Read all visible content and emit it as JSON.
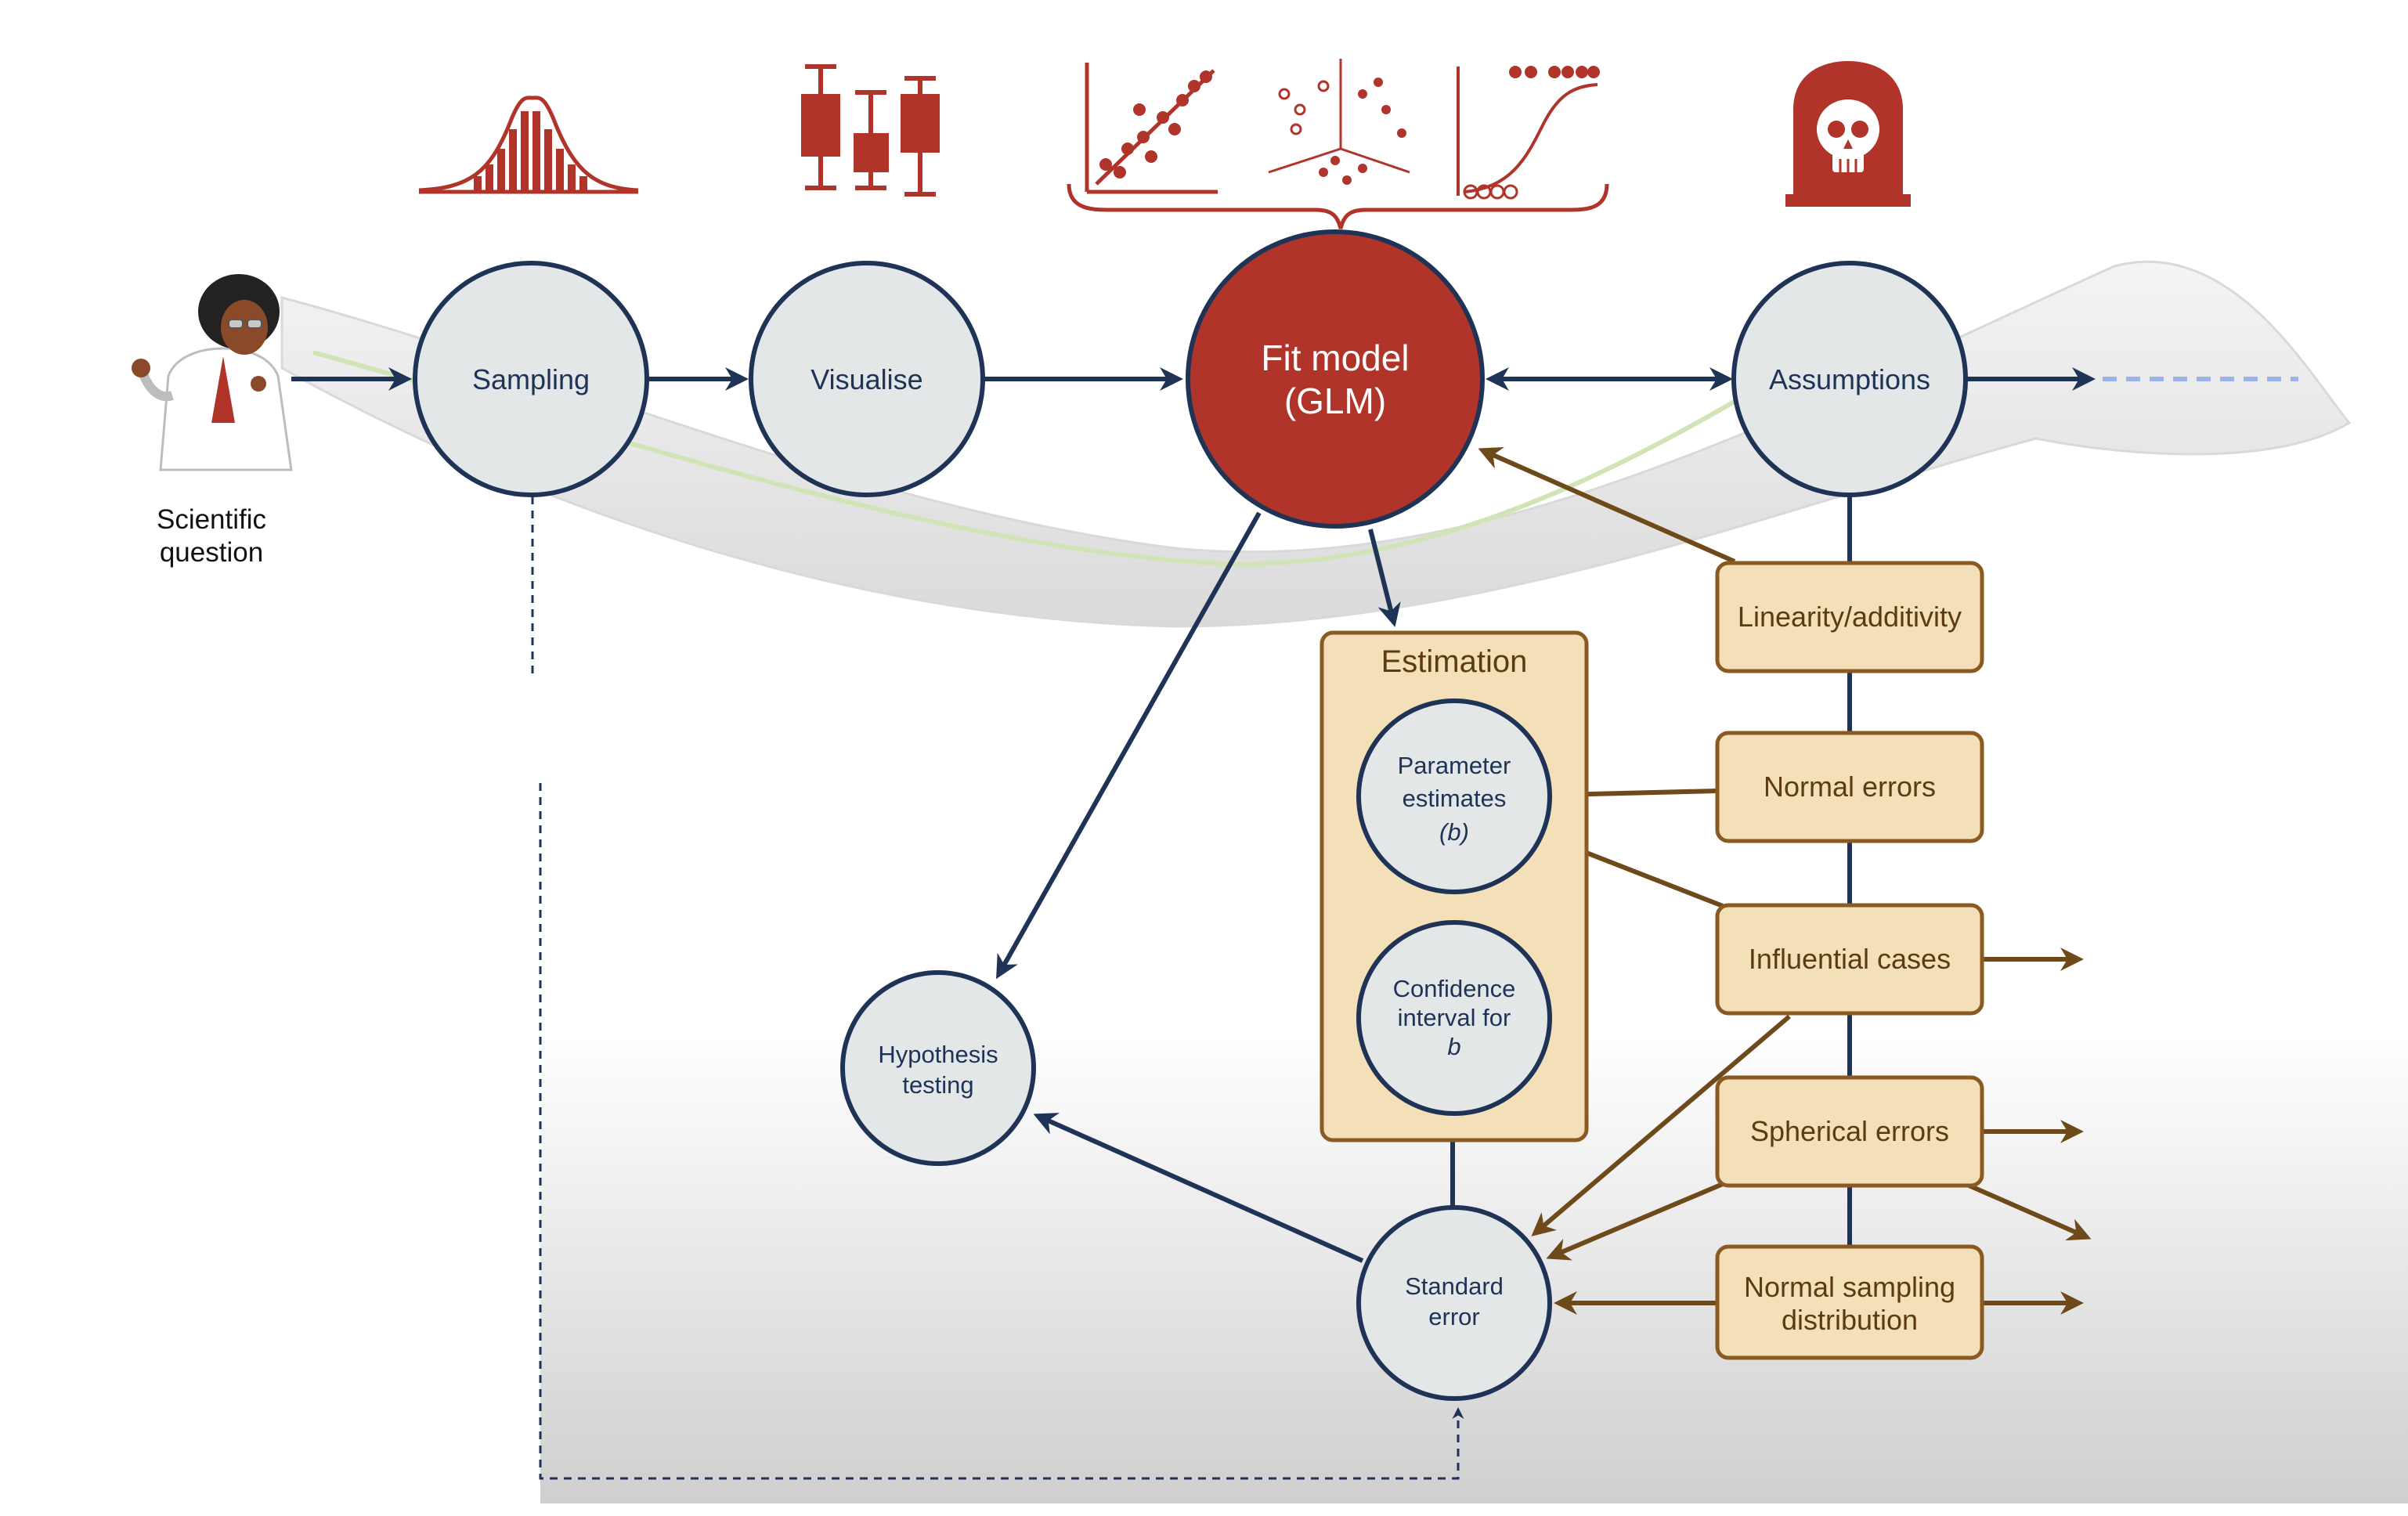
{
  "nodes": {
    "scientific_question": [
      "Scientific",
      "question"
    ],
    "sampling": "Sampling",
    "visualise": "Visualise",
    "fit_model": [
      "Fit model",
      "(GLM)"
    ],
    "assumptions": "Assumptions",
    "hypothesis_testing": [
      "Hypothesis",
      "testing"
    ],
    "standard_error": [
      "Standard",
      "error"
    ]
  },
  "estimation": {
    "title": "Estimation",
    "parameter_estimates": [
      "Parameter",
      "estimates",
      "(b)"
    ],
    "confidence_interval": [
      "Confidence",
      "interval for",
      "b"
    ]
  },
  "assumption_boxes": {
    "linearity": "Linearity/additivity",
    "normal_errors": "Normal errors",
    "influential_cases": "Influential cases",
    "spherical_errors": "Spherical errors",
    "normal_sampling": [
      "Normal sampling",
      "distribution"
    ]
  },
  "colors": {
    "navy": "#1e3356",
    "red": "#b1342b",
    "circle_fill": "#e4e7e8",
    "box_fill": "#f3dfb8",
    "box_stroke": "#8a5a22",
    "brown_arrow": "#6e4a1a",
    "spine_blue": "#9bb3ea"
  },
  "icons": [
    "normal-distribution-icon",
    "boxplot-icon",
    "scatter-regression-icon",
    "scatter-clusters-icon",
    "logistic-curve-icon",
    "skull-tombstone-icon",
    "scientist-figure-icon"
  ]
}
